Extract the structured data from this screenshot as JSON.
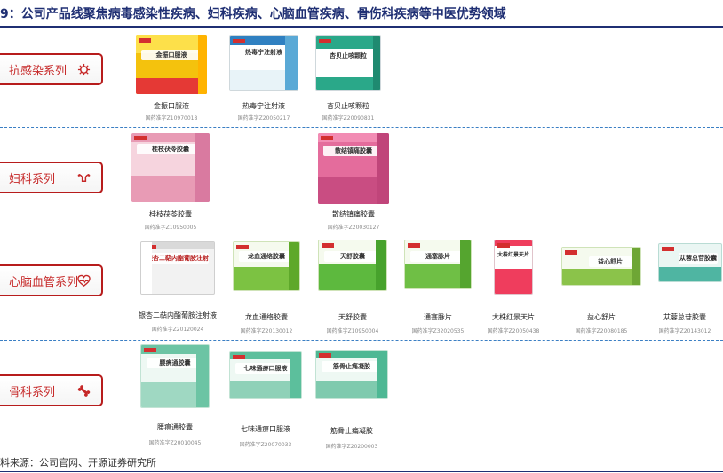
{
  "figure": {
    "title": "9：公司产品线聚焦病毒感染性疾病、妇科疾病、心脑血管疾病、骨伤科疾病等中医优势领域",
    "source": "料来源：公司官网、开源证券研究所"
  },
  "categories": [
    {
      "id": "anti-infection",
      "label": "抗感染系列",
      "icon": "virus-icon",
      "products": [
        {
          "box_text": "金振口服液",
          "name": "金振口服液",
          "reg": "国药准字Z10970018",
          "color": "#f4c20d"
        },
        {
          "box_text": "热毒宁注射液",
          "name": "热毒宁注射液",
          "reg": "国药准字Z20050217",
          "color": "#cfe6f0"
        },
        {
          "box_text": "杏贝止咳颗粒",
          "name": "杏贝止咳颗粒",
          "reg": "国药准字Z20090831",
          "color": "#2aa889"
        }
      ]
    },
    {
      "id": "gynecology",
      "label": "妇科系列",
      "icon": "uterus-icon",
      "products": [
        {
          "box_text": "桂枝茯苓胶囊",
          "name": "桂枝茯苓胶囊",
          "reg": "国药准字Z10950005",
          "color": "#e89bb5"
        },
        {
          "box_text": "散结镇痛胶囊",
          "name": "散结镇痛胶囊",
          "reg": "国药准字Z20030127",
          "color": "#e46c9c"
        }
      ]
    },
    {
      "id": "cardio",
      "label": "心脑血管系列",
      "icon": "heart-icon",
      "products": [
        {
          "box_text": "银杏二萜内酯葡胺注射液",
          "name": "银杏二萜内酯葡胺注射液",
          "reg": "国药准字Z20120024",
          "color": "#f2f2f2"
        },
        {
          "box_text": "龙血通络胶囊",
          "name": "龙血通络胶囊",
          "reg": "国药准字Z20130012",
          "color": "#7cc242"
        },
        {
          "box_text": "天舒胶囊",
          "name": "天舒胶囊",
          "reg": "国药准字Z10950004",
          "color": "#5db93e"
        },
        {
          "box_text": "通塞脉片",
          "name": "通塞脉片",
          "reg": "国药准字Z32020535",
          "color": "#6fbf45"
        },
        {
          "box_text": "大株红景天片",
          "name": "大株红景天片",
          "reg": "国药准字Z20050438",
          "color": "#ef3d5d"
        },
        {
          "box_text": "益心舒片",
          "name": "益心舒片",
          "reg": "国药准字Z20080185",
          "color": "#8bc34a"
        },
        {
          "box_text": "苁蓉总苷胶囊",
          "name": "苁蓉总苷胶囊",
          "reg": "国药准字Z20143012",
          "color": "#4fb5a2"
        }
      ]
    },
    {
      "id": "orthopedic",
      "label": "骨科系列",
      "icon": "bone-icon",
      "products": [
        {
          "box_text": "腰痹通胶囊",
          "name": "腰痹通胶囊",
          "reg": "国药准字Z20010045",
          "color": "#6cc4a4"
        },
        {
          "box_text": "七味通痹口服液",
          "name": "七味通痹口服液",
          "reg": "国药准字Z20070033",
          "color": "#5cbf9c"
        },
        {
          "box_text": "筋骨止痛凝胶",
          "name": "筋骨止痛凝胶",
          "reg": "国药准字Z20200003",
          "color": "#4eb894"
        }
      ]
    }
  ]
}
